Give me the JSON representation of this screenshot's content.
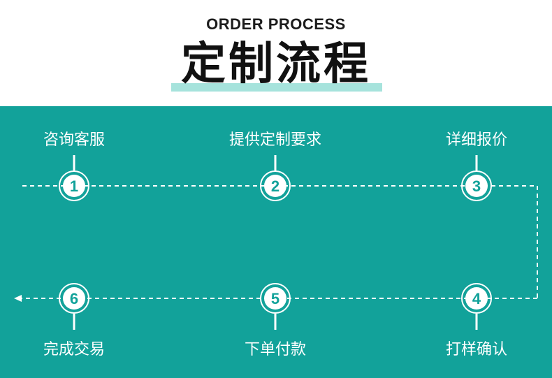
{
  "header": {
    "subtitle": "ORDER PROCESS",
    "title": "定制流程"
  },
  "steps": [
    {
      "number": "1",
      "label": "咨询客服"
    },
    {
      "number": "2",
      "label": "提供定制要求"
    },
    {
      "number": "3",
      "label": "详细报价"
    },
    {
      "number": "4",
      "label": "打样确认"
    },
    {
      "number": "5",
      "label": "下单付款"
    },
    {
      "number": "6",
      "label": "完成交易"
    }
  ],
  "colors": {
    "panel_background": "#12a29a",
    "title_underline": "#a6e3dc",
    "text_on_panel": "#ffffff"
  }
}
